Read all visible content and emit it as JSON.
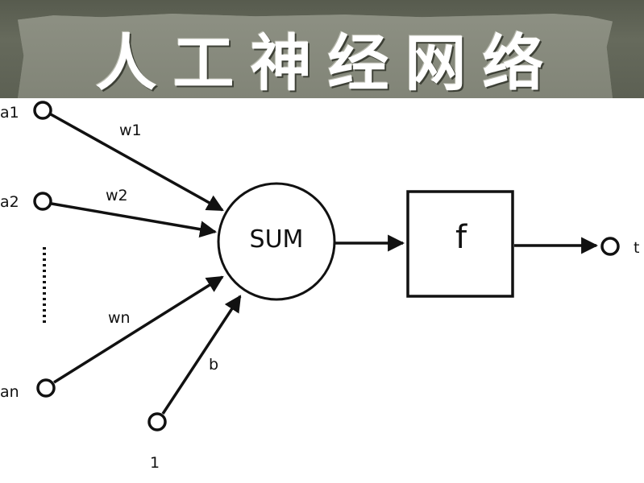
{
  "banner": {
    "title": "人工神经网络"
  },
  "diagram": {
    "inputs": [
      {
        "label": "a1",
        "weight": "w1"
      },
      {
        "label": "a2",
        "weight": "w2"
      },
      {
        "label": "an",
        "weight": "wn"
      }
    ],
    "bias": {
      "input_label": "1",
      "weight": "b"
    },
    "ellipsis": "⋮",
    "sum_node": {
      "label": "SUM"
    },
    "activation_node": {
      "label": "f"
    },
    "output": {
      "label": "t"
    },
    "colors": {
      "stroke": "#111111",
      "background": "#ffffff"
    }
  }
}
